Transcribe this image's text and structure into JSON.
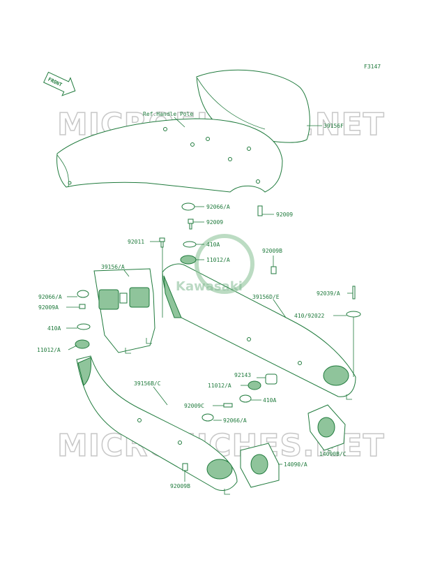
{
  "diagram": {
    "figure_code": "F3147",
    "front_label": "FRONT",
    "ref_label": "Ref.Handle Pole",
    "watermark": "MICROFICHES.NET",
    "logo": "Kawasaki",
    "colors": {
      "ink": "#1f7a3c",
      "shade": "#8fc49b",
      "watermark": "#c7c7c7"
    },
    "labels": {
      "p39156F": "39156F",
      "p92066A_top": "92066/A",
      "p92009_top": "92009",
      "p92009_mid": "92009",
      "p92011": "92011",
      "p410A_mid": "410A",
      "p11012A_mid": "11012/A",
      "p92009B_top": "92009B",
      "p39156A": "39156/A",
      "p39156DE": "39156D/E",
      "p92039A": "92039/A",
      "p92066A_left": "92066/A",
      "p92009A": "92009A",
      "p410_92022": "410/92022",
      "p410A_left": "410A",
      "p11012A_left": "11012/A",
      "p92143": "92143",
      "p11012A_low": "11012/A",
      "p39156BC": "39156B/C",
      "p410A_low": "410A",
      "p92009C": "92009C",
      "p92066A_low": "92066/A",
      "p14090BC": "14090B/C",
      "p14090A": "14090/A",
      "p92009B_bottom": "92009B"
    }
  }
}
